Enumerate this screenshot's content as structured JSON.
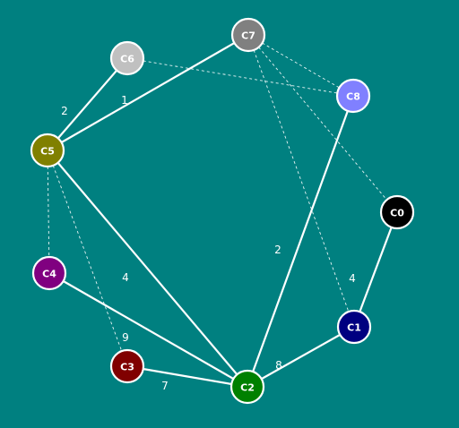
{
  "graph": {
    "nodes": [
      {
        "id": "C0",
        "label": "C0",
        "color": "#000000"
      },
      {
        "id": "C1",
        "label": "C1",
        "color": "#000080"
      },
      {
        "id": "C2",
        "label": "C2",
        "color": "#008000"
      },
      {
        "id": "C3",
        "label": "C3",
        "color": "#800000"
      },
      {
        "id": "C4",
        "label": "C4",
        "color": "#800080"
      },
      {
        "id": "C5",
        "label": "C5",
        "color": "#808000"
      },
      {
        "id": "C6",
        "label": "C6",
        "color": "#c0c0c0"
      },
      {
        "id": "C7",
        "label": "C7",
        "color": "#808080"
      },
      {
        "id": "C8",
        "label": "C8",
        "color": "#8080ff"
      }
    ],
    "edges": [
      {
        "from": "C5",
        "to": "C6",
        "style": "solid",
        "weight": "2"
      },
      {
        "from": "C5",
        "to": "C7",
        "style": "solid",
        "weight": "1"
      },
      {
        "from": "C5",
        "to": "C2",
        "style": "solid",
        "weight": "4"
      },
      {
        "from": "C4",
        "to": "C2",
        "style": "solid",
        "weight": ""
      },
      {
        "from": "C3",
        "to": "C2",
        "style": "solid",
        "weight": "7"
      },
      {
        "from": "C2",
        "to": "C1",
        "style": "solid",
        "weight": "8"
      },
      {
        "from": "C2",
        "to": "C8",
        "style": "solid",
        "weight": "2"
      },
      {
        "from": "C1",
        "to": "C0",
        "style": "solid",
        "weight": "4"
      },
      {
        "from": "C6",
        "to": "C8",
        "style": "dashed",
        "weight": ""
      },
      {
        "from": "C7",
        "to": "C8",
        "style": "dashed",
        "weight": ""
      },
      {
        "from": "C7",
        "to": "C0",
        "style": "dashed",
        "weight": ""
      },
      {
        "from": "C7",
        "to": "C1",
        "style": "dashed",
        "weight": ""
      },
      {
        "from": "C5",
        "to": "C4",
        "style": "dashed",
        "weight": ""
      },
      {
        "from": "C5",
        "to": "C3",
        "style": "dashed",
        "weight": "9"
      }
    ]
  }
}
